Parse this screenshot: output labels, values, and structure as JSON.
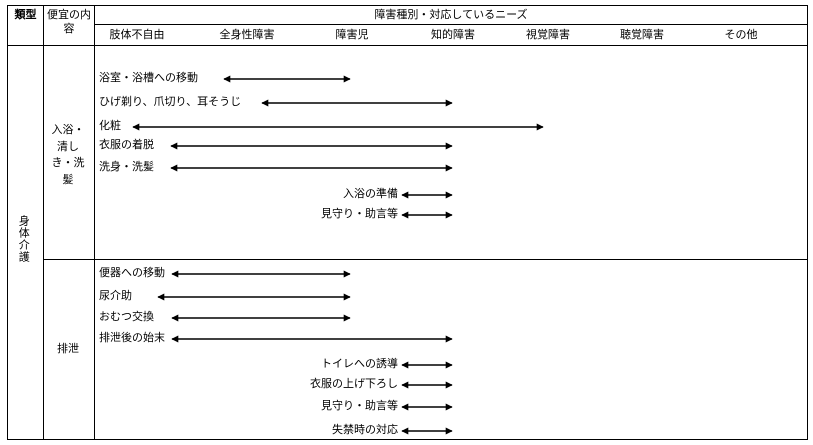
{
  "header": {
    "type_label": "類型",
    "content_label": "便宜の内容",
    "need_title": "障害種別・対応しているニーズ",
    "columns": [
      "肢体不自由",
      "全身性障害",
      "障害児",
      "知的障害",
      "視覚障害",
      "聴覚障害",
      "その他"
    ]
  },
  "category": "身体介護",
  "sections": [
    {
      "label": "入浴・清しき・洗髪",
      "items": [
        {
          "label": "浴室・浴槽への移動",
          "from": 1,
          "to": 2
        },
        {
          "label": "ひげ剃り、爪切り、耳そうじ",
          "from": 1,
          "to": 3
        },
        {
          "label": "化粧",
          "from": 0,
          "to": 4
        },
        {
          "label": "衣服の着脱",
          "from": 0,
          "to": 3
        },
        {
          "label": "洗身・洗髪",
          "from": 0,
          "to": 3
        },
        {
          "label": "入浴の準備",
          "from": 3,
          "to": 3
        },
        {
          "label": "見守り・助言等",
          "from": 3,
          "to": 3
        }
      ]
    },
    {
      "label": "排泄",
      "items": [
        {
          "label": "便器への移動",
          "from": 0,
          "to": 2
        },
        {
          "label": "尿介助",
          "from": 0,
          "to": 2
        },
        {
          "label": "おむつ交換",
          "from": 0,
          "to": 2
        },
        {
          "label": "排泄後の始末",
          "from": 0,
          "to": 3
        },
        {
          "label": "トイレへの誘導",
          "from": 3,
          "to": 3
        },
        {
          "label": "衣服の上げ下ろし",
          "from": 3,
          "to": 3
        },
        {
          "label": "見守り・助言等",
          "from": 3,
          "to": 3
        },
        {
          "label": "失禁時の対応",
          "from": 3,
          "to": 3
        }
      ]
    }
  ]
}
